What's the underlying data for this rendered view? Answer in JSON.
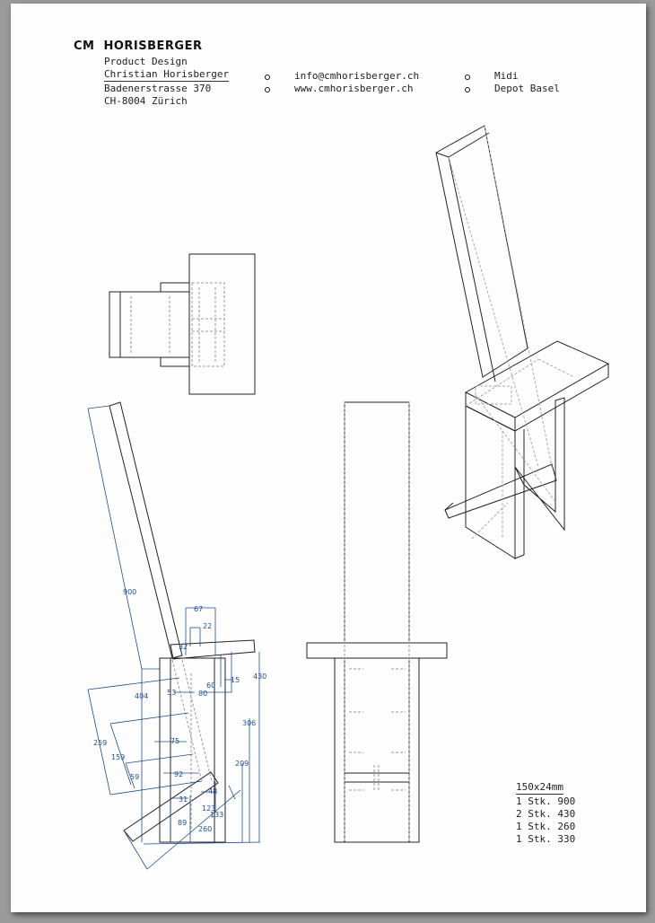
{
  "header": {
    "brand_first": "CM",
    "brand_second": "HORISBERGER",
    "subtitle": "Product Design",
    "name": "Christian Horisberger",
    "street": "Badenerstrasse 370",
    "city": "CH-8004 Zürich",
    "email": "info@cmhorisberger.ch",
    "web": "www.cmhorisberger.ch",
    "tag1": "Midi",
    "tag2": "Depot Basel"
  },
  "dimensions": {
    "d900": "900",
    "d67": "67",
    "d22": "22",
    "d32": "32",
    "d15": "15",
    "d60": "60",
    "d80": "80",
    "d53": "53",
    "d430": "430",
    "d404": "404",
    "d306": "306",
    "d259": "259",
    "d75": "75",
    "d159": "159",
    "d209": "209",
    "d59": "59",
    "d92": "92",
    "d48": "48",
    "d31": "31",
    "d123": "123",
    "d133": "133",
    "d89": "89",
    "d260": "260"
  },
  "parts": {
    "material": "150x24mm",
    "items": [
      "1 Stk. 900",
      "2 Stk. 430",
      "1 Stk. 260",
      "1 Stk. 330"
    ]
  },
  "colors": {
    "dimension": "#1f4f8f",
    "line": "#222222"
  }
}
